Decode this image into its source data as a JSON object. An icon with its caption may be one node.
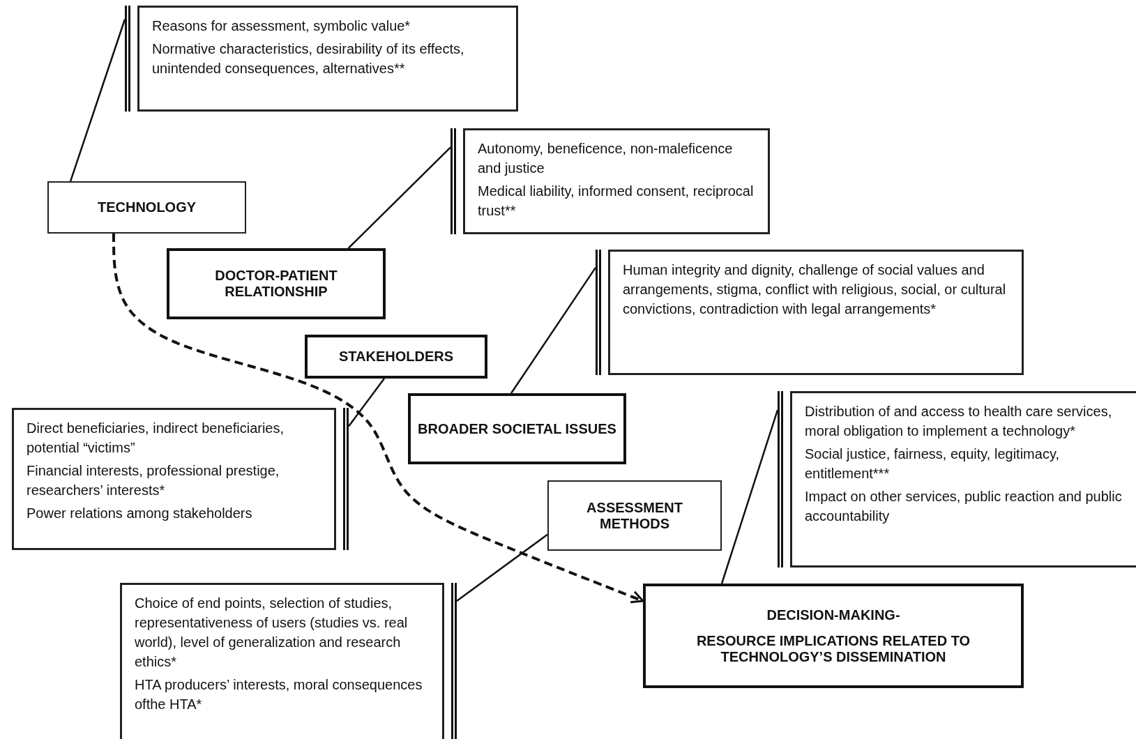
{
  "diagram": {
    "nodes": [
      {
        "text": [
          "Reasons for assessment, symbolic value*",
          "Normative characteristics, desirability of its effects, unintended consequences, alternatives**"
        ]
      },
      {
        "text": [
          "TECHNOLOGY"
        ]
      },
      {
        "text": [
          "Autonomy, beneficence, non-maleficence and justice",
          "Medical liability, informed consent, reciprocal trust**"
        ]
      },
      {
        "text": [
          "DOCTOR-PATIENT RELATIONSHIP"
        ]
      },
      {
        "text": [
          "Human integrity and dignity, challenge of social values and arrangements, stigma, conflict with religious, social, or cultural convictions, contradiction with legal arrangements*"
        ]
      },
      {
        "text": [
          "STAKEHOLDERS"
        ]
      },
      {
        "text": [
          "BROADER SOCIETAL ISSUES"
        ]
      },
      {
        "text": [
          "Direct beneficiaries, indirect beneficiaries, potential “victims”",
          "Financial interests, professional prestige, researchers’ interests*",
          "Power relations among stakeholders"
        ]
      },
      {
        "text": [
          "Distribution of and access to health care services, moral obligation to implement a technology*",
          "Social justice, fairness, equity, legitimacy, entitlement***",
          "Impact on other services, public reaction and public accountability"
        ]
      },
      {
        "text": [
          "ASSESSMENT METHODS"
        ]
      },
      {
        "text": [
          "DECISION-MAKING-",
          "RESOURCE IMPLICATIONS RELATED TO TECHNOLOGY’S DISSEMINATION"
        ]
      },
      {
        "text": [
          "Choice of end points, selection of studies, representativeness of users (studies vs. real world), level of generalization and research ethics*",
          "HTA producers’ interests, moral consequences ofthe HTA*"
        ]
      }
    ],
    "edges": [
      {
        "from": 1,
        "to": 0,
        "arrow": "none"
      },
      {
        "from": 3,
        "to": 2,
        "arrow": "none"
      },
      {
        "from": 6,
        "to": 4,
        "arrow": "none"
      },
      {
        "from": 5,
        "to": 7,
        "arrow": "none"
      },
      {
        "from": 10,
        "to": 8,
        "arrow": "none"
      },
      {
        "from": 9,
        "to": 11,
        "arrow": "none"
      },
      {
        "from": 1,
        "to": 10,
        "arrow": "to",
        "style": "dashed"
      }
    ]
  }
}
